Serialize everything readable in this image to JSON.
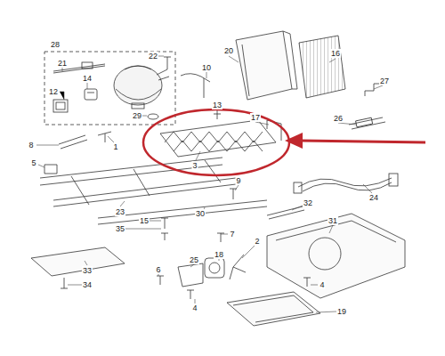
{
  "diagram": {
    "labels": [
      "28",
      "22",
      "21",
      "20",
      "16",
      "10",
      "14",
      "12",
      "27",
      "13",
      "29",
      "1",
      "8",
      "17",
      "26",
      "3",
      "5",
      "9",
      "24",
      "32",
      "23",
      "15",
      "31",
      "30",
      "35",
      "7",
      "2",
      "18",
      "25",
      "6",
      "33",
      "34",
      "4",
      "4",
      "19"
    ]
  }
}
